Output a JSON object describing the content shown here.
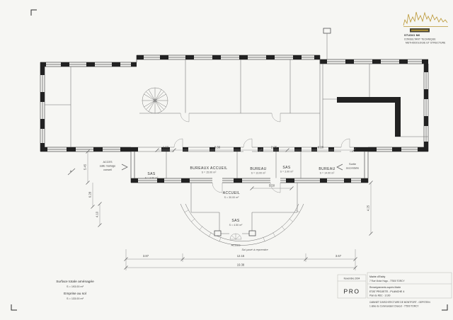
{
  "logo": {
    "line1": "STUDIO M6",
    "line2": "CONSULTANT TECHNIQUE",
    "line3": "METHODOLOGIE ET STRUCTURE",
    "accent_color": "#b99530"
  },
  "rooms": {
    "sas_left": {
      "name": "SAS",
      "area": "S = 3.50 m²"
    },
    "bureaux_accueil": {
      "name": "BUREAUX ACCUEIL",
      "area": "S = 15.00 m²"
    },
    "bureau_center": {
      "name": "BUREAU",
      "area": "S = 13.00 m²"
    },
    "sas_center": {
      "name": "SAS",
      "area": "S = 3.00 m²"
    },
    "bureau_right": {
      "name": "BUREAU",
      "area": "S = 14.00 m²"
    },
    "accueil": {
      "name": "ACCUEIL",
      "area": "S = 30.00 m²"
    },
    "sas_entry": {
      "name": "SAS",
      "area": "S = 4.50 m²"
    }
  },
  "annotations": {
    "acces_left_1": "ACCES",
    "acces_left_2": "salle mariage",
    "acces_left_3": "conseil",
    "sortie_1": "Sortie",
    "sortie_2": "secondaire",
    "acces_entry": "ACCES",
    "floor_note": "Sol pavé à reprendre",
    "section_a": "A"
  },
  "dimensions": {
    "mid": [
      "1.93",
      "6.30",
      "2.95",
      "6.20"
    ],
    "bureau_width": "5.50",
    "bottom_left": "3.87",
    "bottom_center": "12.15",
    "bottom_right": "3.67",
    "bottom_total": "19.38",
    "left_v1": "5.45",
    "left_v2": "6.28",
    "left_v3": "4.10",
    "right_v": "4.25"
  },
  "summary": {
    "label1": "Surface totale aménagée",
    "value1": "S = 193.00 m²",
    "label2": "Emprise au sol",
    "value2": "S = 133.00 m²"
  },
  "title_block": {
    "date": "Novembre 2004",
    "phase": "PRO",
    "row1_line1": "Mairie d'Esbly",
    "row1_line2": "7 Rue Victor Hugo - 77500 TORCY",
    "row2_line1": "Renseignements auprès Mairie",
    "row2_line2": "ETAT PROJETE - PLANCHE 4",
    "row2_line3": "Plan du RDC - 1/100",
    "row3_line1": "CABINET D'ARCHITECTURE DE MONTFORT - GEPSTEIN",
    "row3_line2": "1 allée du Commandant Charcot - 77500 TORCY"
  }
}
